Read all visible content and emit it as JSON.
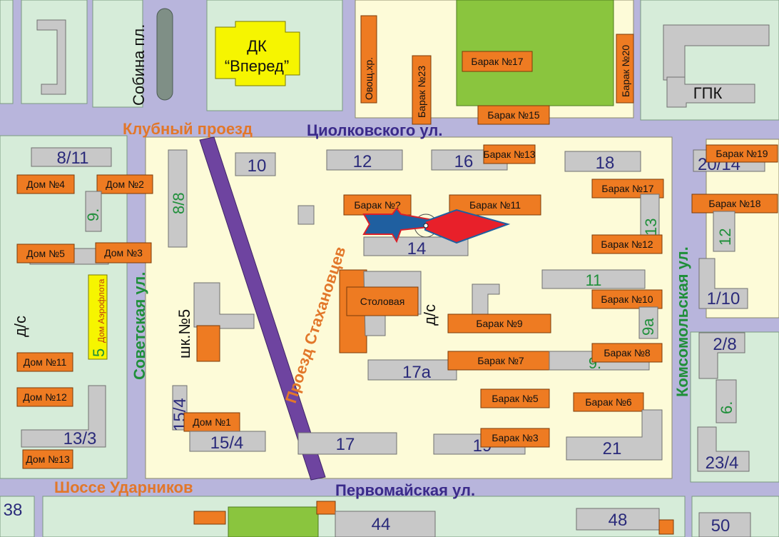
{
  "streets": {
    "sobina": "Собина пл.",
    "klubny": "Клубный проезд",
    "tsiolkovsky": "Циолковского ул.",
    "sovetskaya": "Советская ул.",
    "stakhanovtsev": "Проезд Стахановцев",
    "komsomolskaya": "Комсомольская ул.",
    "udarnikov": "Шоссе Ударников",
    "pervomayskaya": "Первомайская ул."
  },
  "landmarks": {
    "dk_line1": "ДК",
    "dk_line2": "“Вперед”",
    "gpk": "ГПК",
    "ovoshch": "Овощ.хр.",
    "stolovaya": "Столовая",
    "ds_left": "д/с",
    "ds_center": "д/с",
    "shk5": "шк.№5",
    "dom_aeroflota": "Дом Аэрофлота",
    "dom_aeroflota_num": "5"
  },
  "barak": {
    "b17_top": "Барак №17",
    "b20": "Барак №20",
    "b23": "Барак №23",
    "b15": "Барак №15",
    "b13": "Барак №13",
    "b19": "Барак №19",
    "b17_right": "Барак №17",
    "b18": "Барак №18",
    "bq": "Барак №?",
    "b11": "Барак №11",
    "b12": "Барак №12",
    "b10": "Барак №10",
    "b9": "Барак №9",
    "b8": "Барак №8",
    "b7": "Барак №7",
    "b5": "Барак №5",
    "b6": "Барак №6",
    "b3": "Барак №3"
  },
  "dom": {
    "d4": "Дом №4",
    "d2": "Дом №2",
    "d5": "Дом №5",
    "d3": "Дом №3",
    "d11": "Дом №11",
    "d12": "Дом №12",
    "d13": "Дом №13",
    "d1": "Дом №1"
  },
  "numbers": {
    "n8_11": "8/11",
    "n10": "10",
    "n12": "12",
    "n16": "16",
    "n18": "18",
    "n20_14": "20/14",
    "n9_left": "9.",
    "n8_8": "8/8",
    "n14": "14",
    "n13_right": "13",
    "n12_right": "12",
    "n11": "11",
    "n1_10": "1/10",
    "n9a": "9а",
    "n2_8": "2/8",
    "n17a": "17а",
    "n9_center": "9.",
    "n6": "6.",
    "n15_4_v": "15/4",
    "n15_4": "15/4",
    "n13_3": "13/3",
    "n17": "17",
    "n19": "19",
    "n21": "21",
    "n23_4": "23/4",
    "n38": "38",
    "n44": "44",
    "n48": "48",
    "n50": "50"
  },
  "colors": {
    "road": "#b8b5dc",
    "green_block": "#d6ecd9",
    "yellow_block": "#fdfbd8",
    "building": "#c8c8c8",
    "barak": "#ee7b22",
    "arrow_blue": "#1f5fa0",
    "arrow_red": "#e8202a"
  },
  "icons": {
    "direction_arrow": "arrow-right-icon"
  }
}
